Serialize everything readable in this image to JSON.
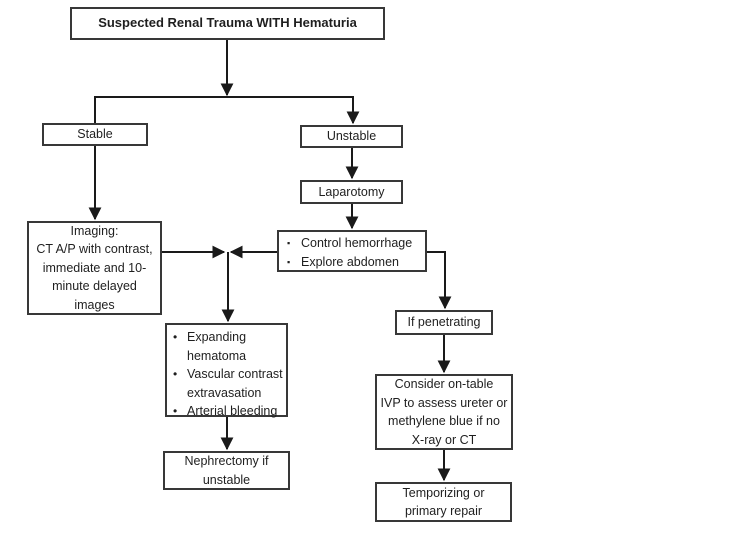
{
  "diagram": {
    "title": "Suspected Renal Trauma WITH Hematuria",
    "nodes": {
      "stable": {
        "label": "Stable"
      },
      "unstable": {
        "label": "Unstable"
      },
      "laparotomy": {
        "label": "Laparotomy"
      },
      "imaging": {
        "text": "Imaging:\nCT A/P with contrast,\nimmediate and 10-\nminute delayed\nimages"
      },
      "control": {
        "bullet": "▪",
        "items": [
          "Control hemorrhage",
          "Explore abdomen"
        ]
      },
      "findings": {
        "bullet": "•",
        "items": [
          "Expanding\nhematoma",
          "Vascular contrast\nextravasation",
          "Arterial bleeding"
        ]
      },
      "nephrectomy": {
        "text": "Nephrectomy if\nunstable"
      },
      "if_penetrating": {
        "label": "If penetrating"
      },
      "consider": {
        "text": "Consider on-table\nIVP to assess ureter or\nmethylene blue if no\nX-ray or CT"
      },
      "temporizing": {
        "text": "Temporizing or\nprimary repair"
      }
    },
    "colors": {
      "line": "#1a1a1a",
      "border": "#383838",
      "text": "#1f1f1f",
      "background": "#ffffff"
    }
  }
}
